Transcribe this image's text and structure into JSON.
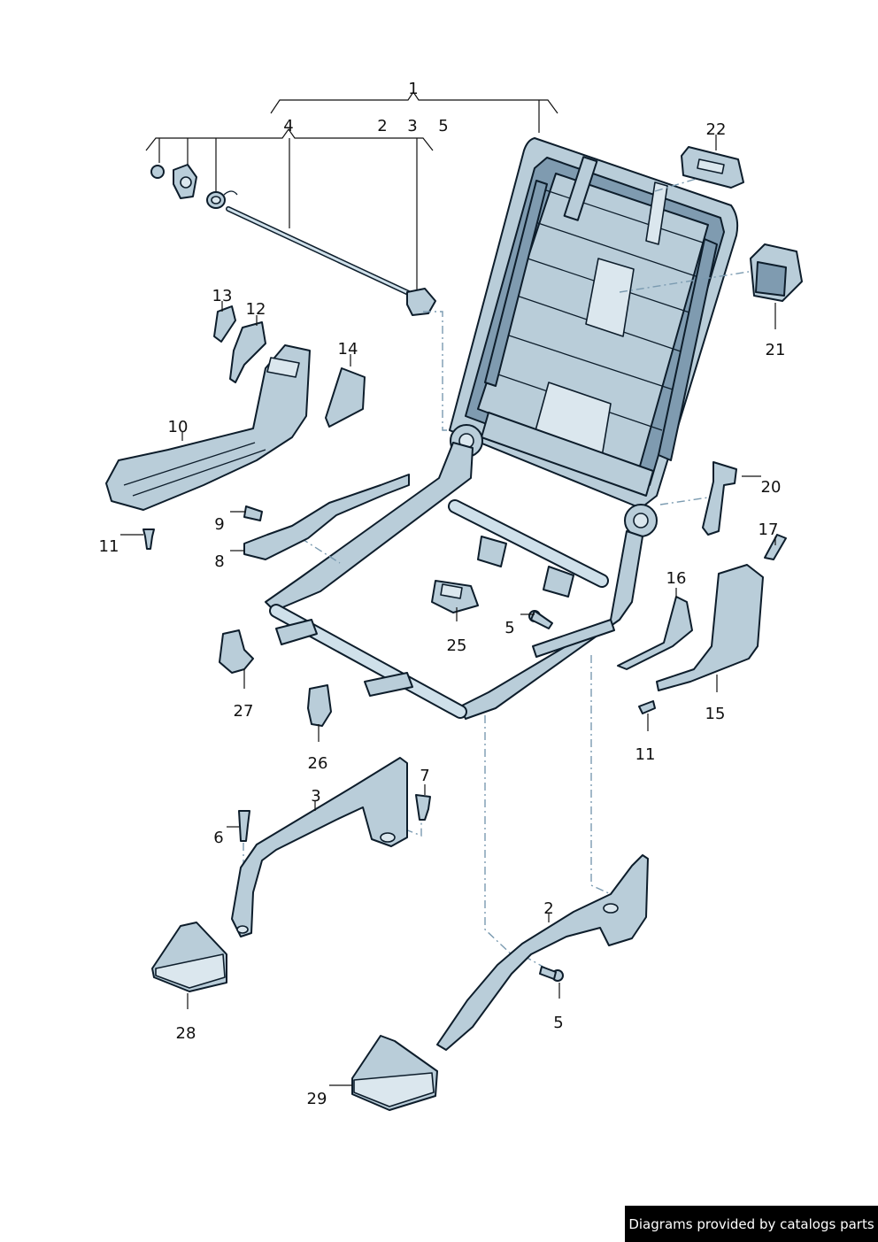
{
  "callouts": {
    "c1": "1",
    "c2_top": "2",
    "c3_top": "3",
    "c4": "4",
    "c5_top": "5",
    "c22": "22",
    "c21": "21",
    "c13": "13",
    "c12": "12",
    "c14": "14",
    "c10": "10",
    "c20": "20",
    "c9": "9",
    "c8": "8",
    "c11_left": "11",
    "c17": "17",
    "c16": "16",
    "c25": "25",
    "c5_mid": "5",
    "c15": "15",
    "c27": "27",
    "c11_right": "11",
    "c26": "26",
    "c7": "7",
    "c3_bottom": "3",
    "c6": "6",
    "c2_bottom": "2",
    "c5_bottom": "5",
    "c28": "28",
    "c29": "29"
  },
  "colors": {
    "part_fill": "#b9cdd9",
    "part_outline": "#0d1d2b",
    "dash_line": "#7a9ab0"
  },
  "watermark": "Diagrams provided by catalogs parts"
}
